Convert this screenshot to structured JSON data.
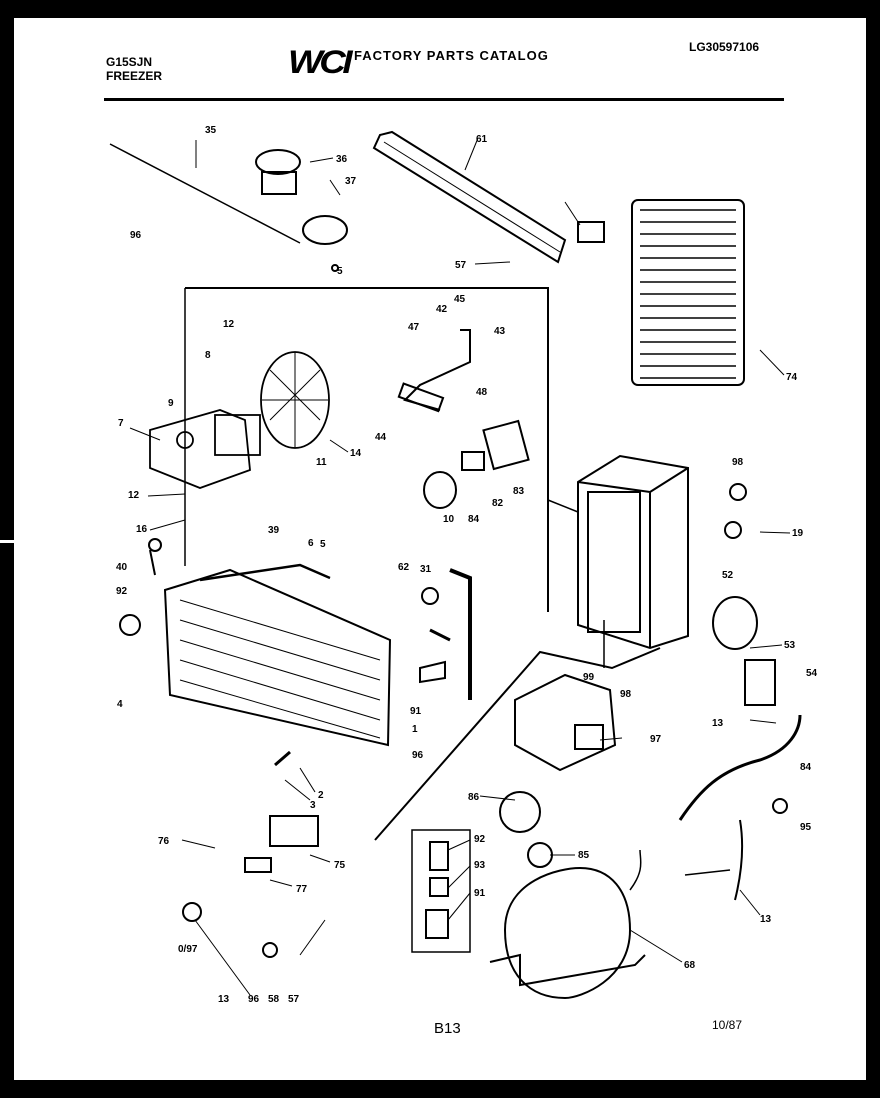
{
  "header": {
    "model": "G15SJN",
    "product_type": "FREEZER",
    "brand": "WCI",
    "catalog_title": "FACTORY PARTS CATALOG",
    "catalog_code": "LG30597106"
  },
  "footer": {
    "page_code": "B13",
    "date": "10/87"
  },
  "callouts": [
    "35",
    "36",
    "37",
    "61",
    "96",
    "57",
    "74",
    "5",
    "12",
    "8",
    "9",
    "7",
    "11",
    "14",
    "12",
    "16",
    "47",
    "42",
    "45",
    "43",
    "48",
    "44",
    "10",
    "84",
    "82",
    "83",
    "98",
    "19",
    "40",
    "39",
    "6",
    "5",
    "92",
    "31",
    "62",
    "91",
    "4",
    "1",
    "96",
    "52",
    "53",
    "54",
    "13",
    "99",
    "98",
    "97",
    "86",
    "85",
    "84",
    "95",
    "2",
    "3",
    "76",
    "75",
    "77",
    "92",
    "93",
    "91",
    "68",
    "13",
    "0/97",
    "13",
    "96",
    "58",
    "57"
  ]
}
